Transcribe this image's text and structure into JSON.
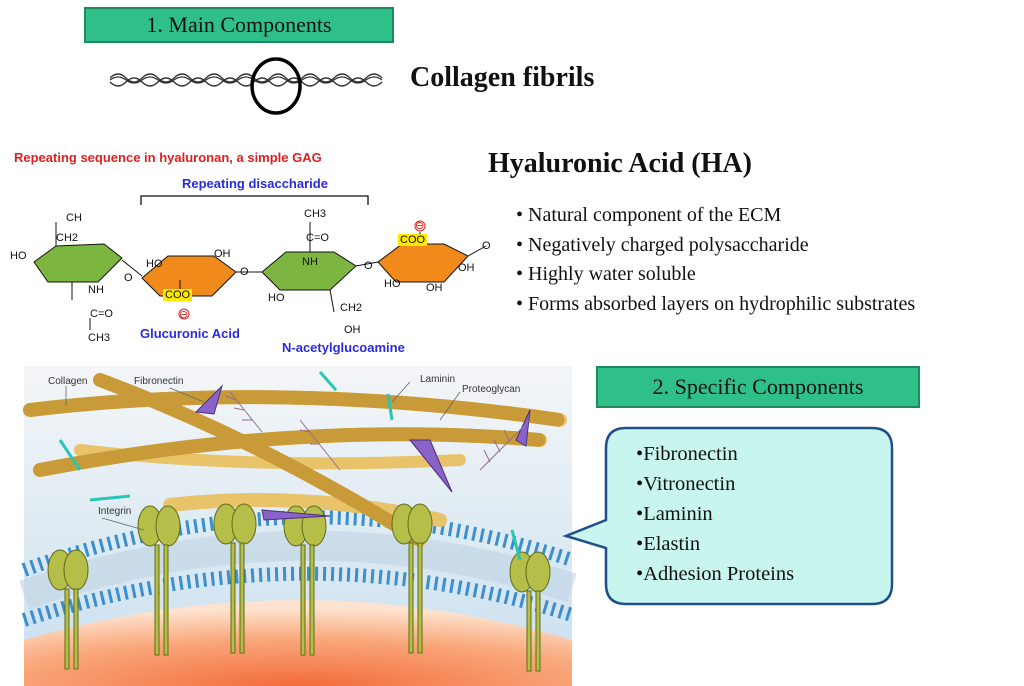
{
  "main_components": {
    "label": "1. Main Components",
    "collagen_title": "Collagen fibrils"
  },
  "ha": {
    "title": "Hyaluronic Acid (HA)",
    "bullets": [
      "Natural component of the ECM",
      "Negatively charged polysaccharide",
      "Highly water soluble",
      "Forms absorbed layers on hydrophilic substrates"
    ],
    "structure": {
      "caption": "Repeating sequence in hyaluronan, a simple GAG",
      "bracket_label": "Repeating disaccharide",
      "glucuronic": "Glucuronic Acid",
      "nacetyl": "N-acetylglucoamine",
      "coo": "COO",
      "minus": "⊖",
      "ch": "CH",
      "ch2": "CH2",
      "ch3": "CH3",
      "ho": "HO",
      "oh": "OH",
      "nh": "NH",
      "c_o": "C=O",
      "o": "O"
    }
  },
  "specific_components": {
    "label": "2. Specific Components",
    "items": [
      "Fibronectin",
      "Vitronectin",
      "Laminin",
      "Elastin",
      "Adhesion Proteins"
    ]
  },
  "cell_labels": {
    "collagen": "Collagen",
    "fibronectin": "Fibronectin",
    "laminin": "Laminin",
    "proteoglycan": "Proteoglycan",
    "integrin": "Integrin"
  },
  "colors": {
    "green_box": "#2fc08a",
    "callout_fill": "#c8f5ee",
    "callout_border": "#1e4f8a",
    "sugar_green": "#7cb640",
    "sugar_orange": "#f08a1a"
  }
}
